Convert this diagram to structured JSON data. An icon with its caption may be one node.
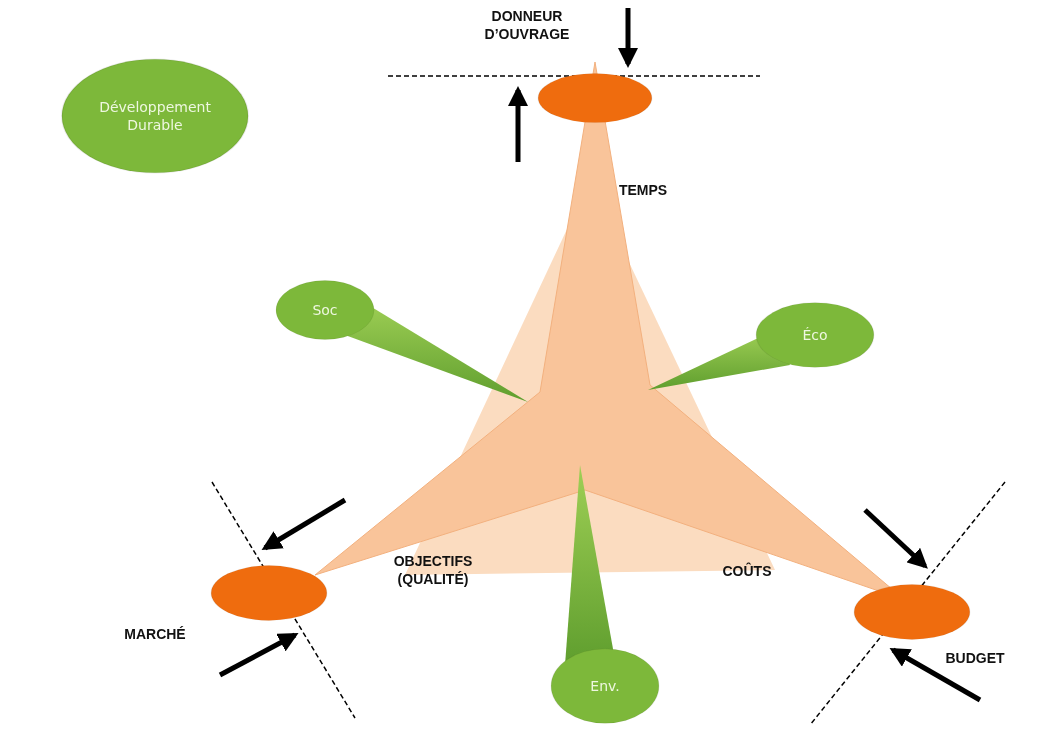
{
  "diagram": {
    "nodes": [
      {
        "text": [
          "Développement Durable"
        ]
      },
      {
        "text": [
          "Soc"
        ]
      },
      {
        "text": [
          "Éco"
        ]
      },
      {
        "text": [
          "Env."
        ]
      },
      {
        "text": [],
        "shape": "ellipse",
        "beside": [
          "DONNEUR D’OUVRAGE"
        ]
      },
      {
        "text": [],
        "shape": "ellipse",
        "beside": [
          "MARCHÉ"
        ]
      },
      {
        "text": [],
        "shape": "ellipse",
        "beside": [
          "BUDGET"
        ]
      }
    ],
    "labels": [
      "TEMPS",
      "OBJECTIFS (QUALITÉ)",
      "COÛTS"
    ]
  }
}
